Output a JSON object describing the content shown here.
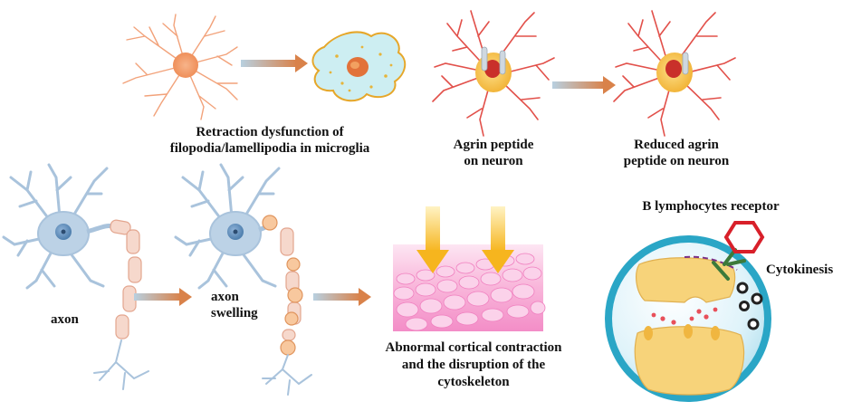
{
  "labels": {
    "microglia_line1": "Retraction dysfunction of",
    "microglia_line2": "filopodia/lamellipodia in microglia",
    "agrin_line1": "Agrin peptide",
    "agrin_line2": "on neuron",
    "reduced_line1": "Reduced agrin",
    "reduced_line2": "peptide on neuron",
    "b_lymph": "B lymphocytes receptor",
    "cytokinesis": "Cytokinesis",
    "axon": "axon",
    "axon_swelling_line1": "axon",
    "axon_swelling_line2": "swelling",
    "cortical_line1": "Abnormal cortical contraction",
    "cortical_line2": "and the disruption of the",
    "cortical_line3": "cytoskeleton"
  },
  "colors": {
    "neuron_blue": "#a9c3dc",
    "nucleus_blue": "#5b86b3",
    "dendrite_red": "#e2504a",
    "soma_yellow": "#f4c64a",
    "microglia_orange": "#f3a97a",
    "arrow_start": "#a7c3d6",
    "arrow_end": "#d9824a",
    "cell_teal": "#2aa6c6",
    "membrane_pink": "#f6a9d6",
    "down_arrow": "#f6b51e",
    "hexagon_red": "#d8202a",
    "receptor_green": "#3c7a3a"
  }
}
